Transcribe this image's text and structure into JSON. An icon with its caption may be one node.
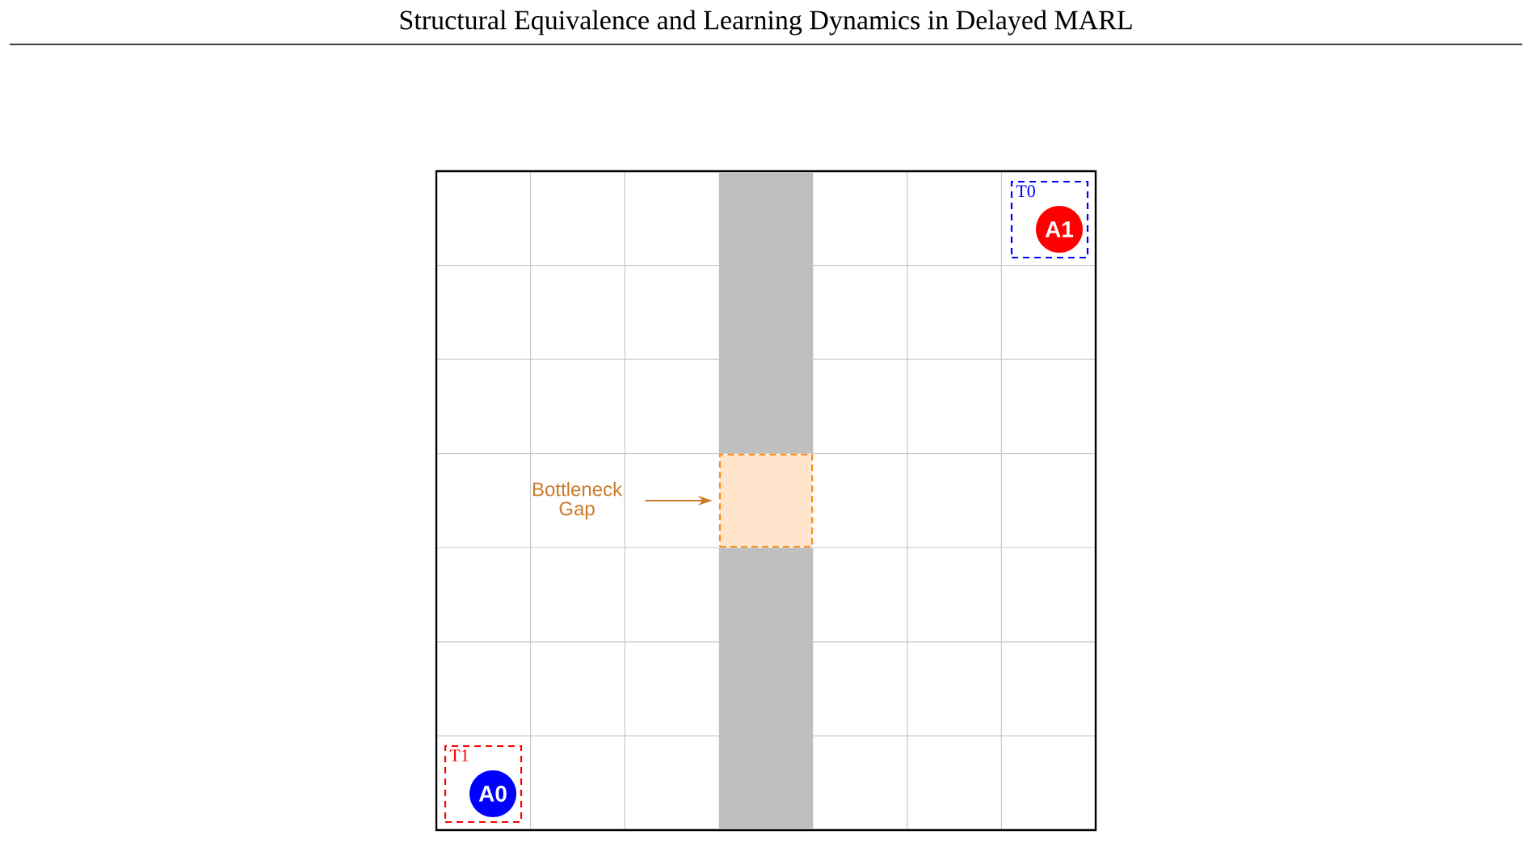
{
  "diagram": {
    "title": "Structural Equivalence and Learning Dynamics in Delayed MARL",
    "nodes": [
      {
        "text": [
          "T0"
        ]
      },
      {
        "text": [
          "A1"
        ],
        "in": 0
      },
      {
        "text": [],
        "shape": "box"
      },
      {
        "text": [
          "Bottleneck Gap"
        ]
      },
      {
        "text": [],
        "shape": "box"
      },
      {
        "text": [],
        "shape": "box"
      },
      {
        "text": [
          "T1"
        ]
      },
      {
        "text": [
          "A0"
        ],
        "in": 6
      }
    ],
    "edges": [
      {
        "from": 3,
        "to": 4,
        "arrow": "to"
      }
    ]
  }
}
